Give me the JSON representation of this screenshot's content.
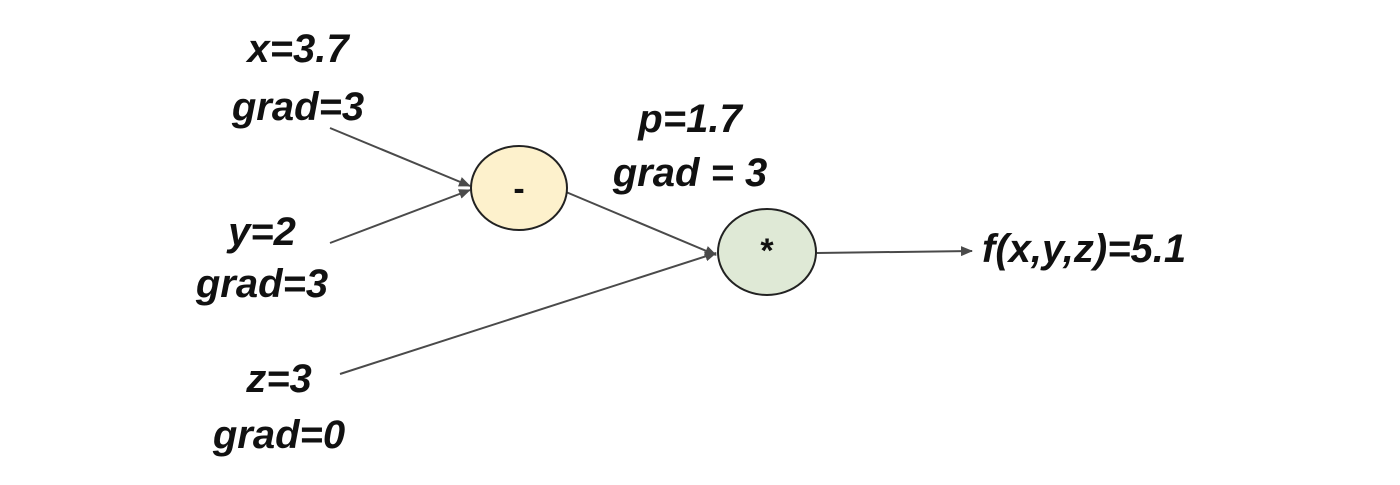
{
  "inputs": {
    "x": {
      "value_label": "x=3.7",
      "grad_label": "grad=3"
    },
    "y": {
      "value_label": "y=2",
      "grad_label": "grad=3"
    },
    "z": {
      "value_label": "z=3",
      "grad_label": "grad=0"
    }
  },
  "intermediate": {
    "p": {
      "value_label": "p=1.7",
      "grad_label": "grad = 3"
    }
  },
  "nodes": {
    "subtract": {
      "symbol": "-",
      "fill": "#fdf1cc"
    },
    "multiply": {
      "symbol": "*",
      "fill": "#dfe9d6"
    }
  },
  "output": {
    "label": "f(x,y,z)=5.1"
  }
}
